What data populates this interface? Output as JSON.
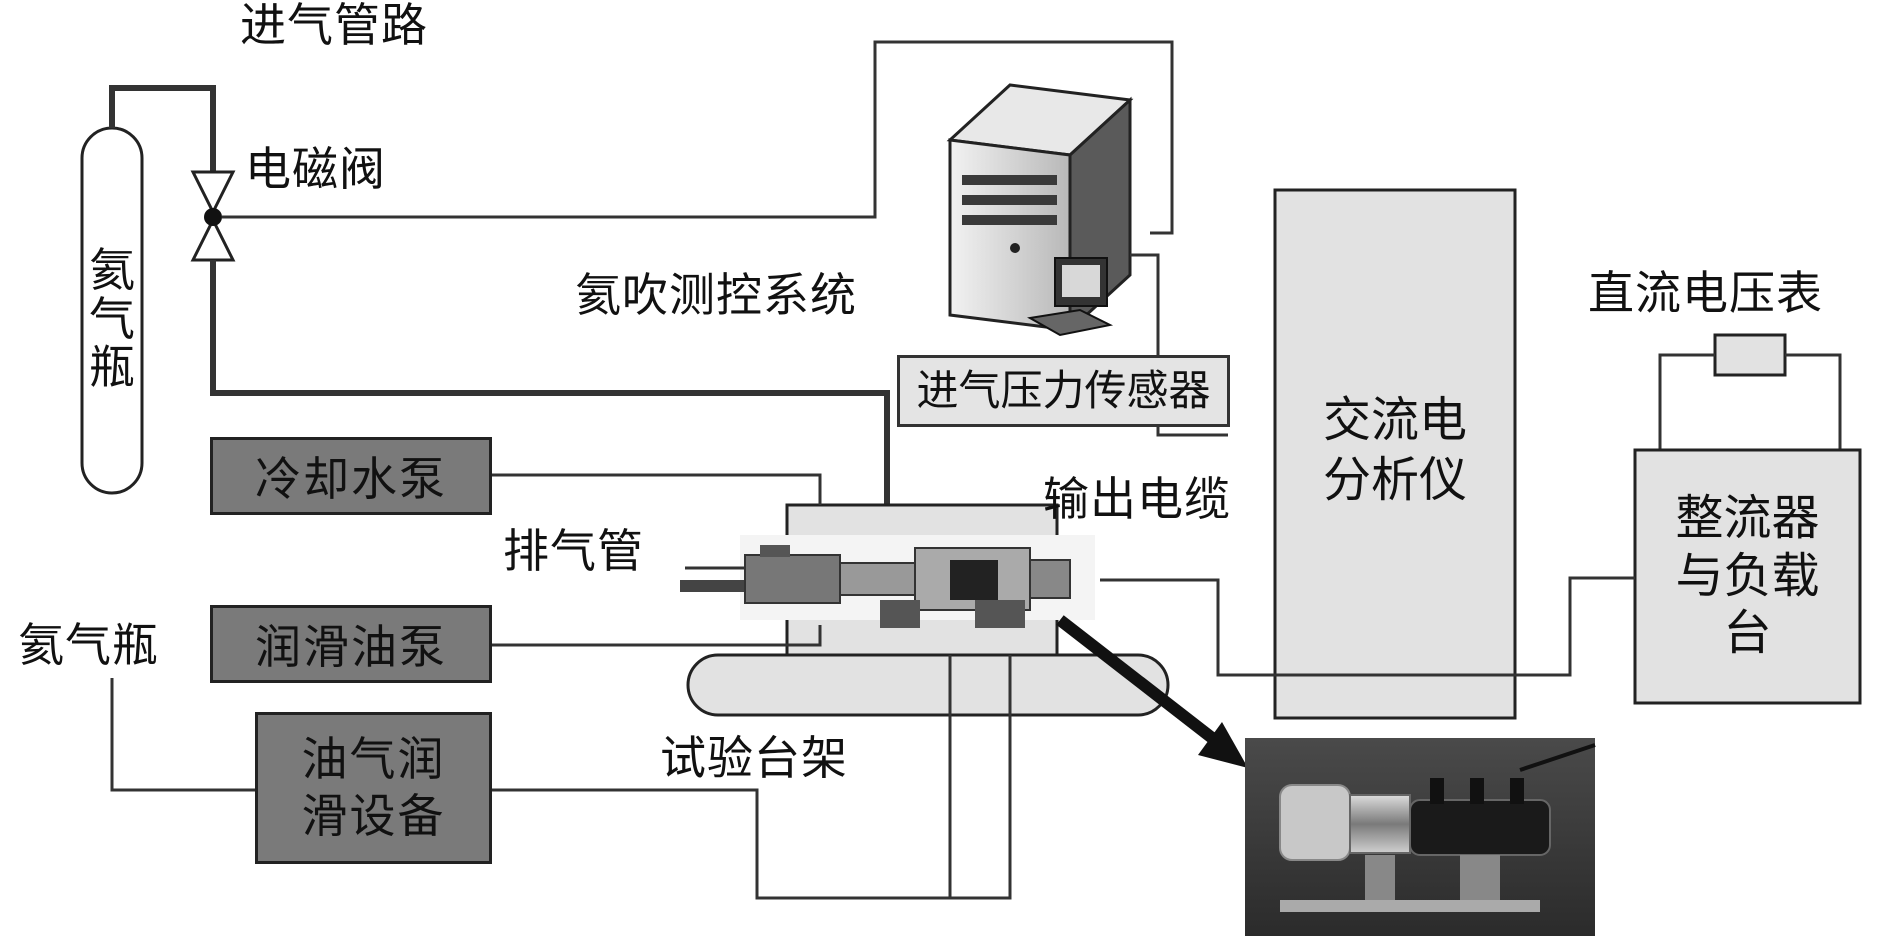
{
  "labels": {
    "intake_pipeline": "进气管路",
    "hydrogen_bottle_vertical": "氦气瓶",
    "solenoid_valve": "电磁阀",
    "helium_control_system": "氦吹测控系统",
    "intake_pressure_sensor": "进气压力传感器",
    "ac_analyzer": "交流电\n分析仪",
    "dc_voltmeter": "直流电压表",
    "rectifier_load": "整流器\n与负载\n台",
    "coolant_pump": "冷却水泵",
    "output_cable": "输出电缆",
    "exhaust_pipe": "排气管",
    "nitrogen_bottle": "氦气瓶",
    "lube_pump": "润滑油泵",
    "oil_gas_lube": "油气润\n滑设备",
    "test_bench": "试验台架"
  },
  "icons": [
    "computer-tower-icon",
    "valve-icon",
    "test-rig-photo"
  ]
}
